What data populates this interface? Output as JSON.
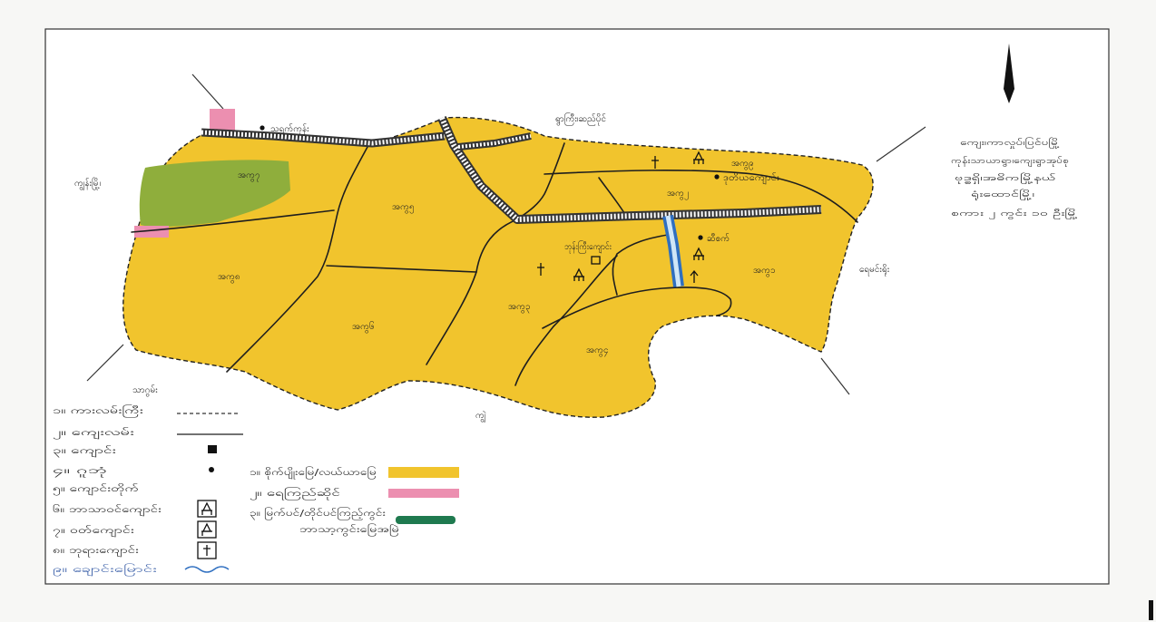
{
  "map": {
    "places": {
      "northwest": "သရက်ကုန်း",
      "north": "ရွာကြီး၊ဆည်ပိုင်",
      "west": "ကျွန်းမြို့၊",
      "east": "ရေမင်းရိုး",
      "southwest": "သာဂွမ်း",
      "south": "ကျွဲ"
    },
    "wards": [
      "အကွ၇",
      "အကွ၅",
      "အကွ၈",
      "အကွ၆",
      "အကွ၃",
      "အကွ၄",
      "အကွ၁",
      "အကွ၂",
      "အကွ၉"
    ],
    "landmarks": {
      "monastery": "ဘုန်းကြီးကျောင်း",
      "school": "ဒုတိယကျောင်း",
      "mill": "ဆီစက်"
    }
  },
  "note": {
    "lines": [
      "ကျေး၊ကာလှုပ်၊ပြင်ပမြို့",
      "ကုန်းသာယာရွာ၊ကျေးရွာအုပ်စု",
      "ဗုဒ္ဓရှိ၊အဓိကမြို့နယ်",
      "ရုံးထောင်မြို့၊",
      "စကား ၂ ကွင်း ၁၀ ဦးမြို့"
    ]
  },
  "legend_symbols": [
    {
      "label": "၁။ ကားလမ်းကြီး",
      "icon": "dashed-line-icon"
    },
    {
      "label": "၂။ ကျေးလမ်း",
      "icon": "solid-line-icon"
    },
    {
      "label": "၃။ ကျောင်း",
      "icon": "square-icon"
    },
    {
      "label": "၄။ ဂူဘုံ",
      "icon": "dot-icon"
    },
    {
      "label": "၅။ ကျောင်းတိုက်",
      "icon": ""
    },
    {
      "label": "၆။ ဘာသာဝင်ကျောင်း",
      "icon": "temple-icon"
    },
    {
      "label": "၇။ ဝတ်ကျောင်း",
      "icon": "temple-icon"
    },
    {
      "label": "၈။ ဘုရားကျောင်း",
      "icon": "cross-icon"
    },
    {
      "label": "၉။ ချောင်းမြောင်း",
      "icon": "wavy-line-icon"
    }
  ],
  "legend_colors": [
    {
      "label": "၁။ စိုက်ပျိုးမြေ/လယ်ယာမြေ",
      "color": "#f1c42d"
    },
    {
      "label": "၂။ ရေကြည်ဆိုင်",
      "color": "#ec8fb0"
    },
    {
      "label": "၃။ မြက်ပင်/တိုင်ပင်ကြည့်ကွင်း",
      "label_2": "ဘာသာ့ကွင်းမြေအမြဲ",
      "color": "#1f7a4f"
    }
  ],
  "colors": {
    "land": "#f1c42d",
    "pink_zone": "#ec8fb0",
    "green_zone": "#8fae3c",
    "forest": "#1f7a4f",
    "river": "#2f6fc0"
  }
}
